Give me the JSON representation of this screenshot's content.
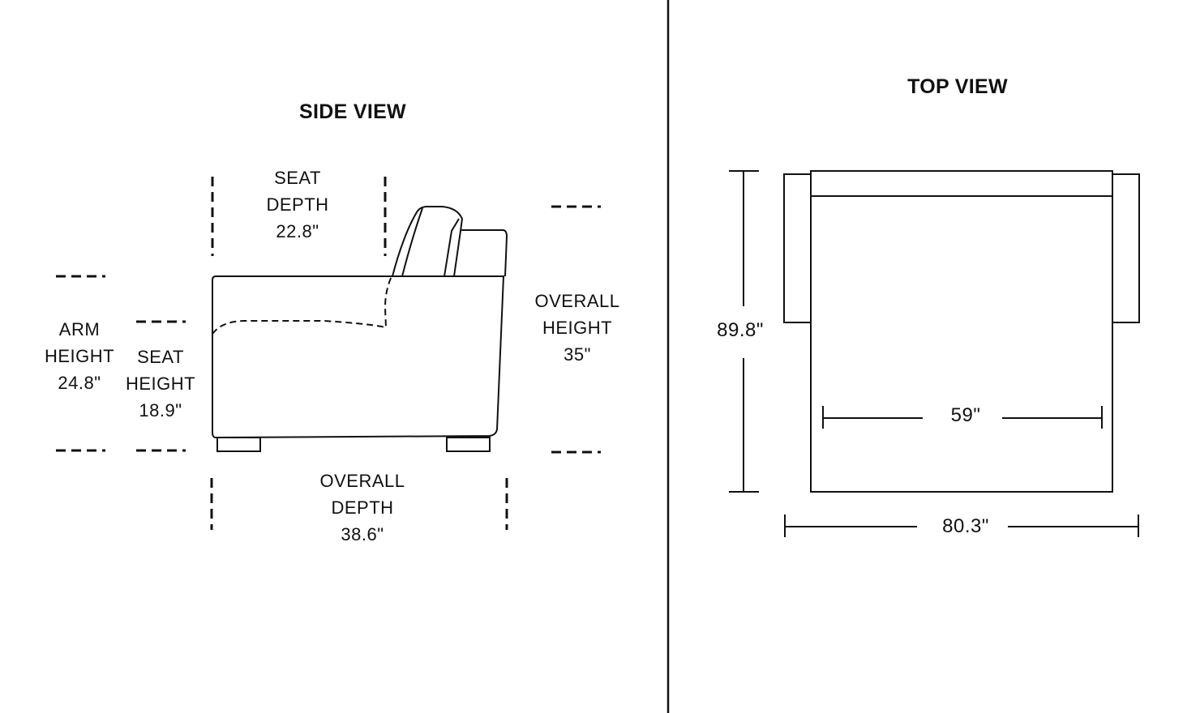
{
  "side_view": {
    "title": "SIDE VIEW",
    "seat_depth": {
      "line1": "SEAT",
      "line2": "DEPTH",
      "value": "22.8\""
    },
    "arm_height": {
      "line1": "ARM",
      "line2": "HEIGHT",
      "value": "24.8\""
    },
    "seat_height": {
      "line1": "SEAT",
      "line2": "HEIGHT",
      "value": "18.9\""
    },
    "overall_height": {
      "line1": "OVERALL",
      "line2": "HEIGHT",
      "value": "35\""
    },
    "overall_depth": {
      "line1": "OVERALL",
      "line2": "DEPTH",
      "value": "38.6\""
    }
  },
  "top_view": {
    "title": "TOP VIEW",
    "overall_length": "89.8\"",
    "inner_width": "59\"",
    "overall_width": "80.3\""
  },
  "colors": {
    "line": "#111111",
    "background": "#ffffff"
  }
}
